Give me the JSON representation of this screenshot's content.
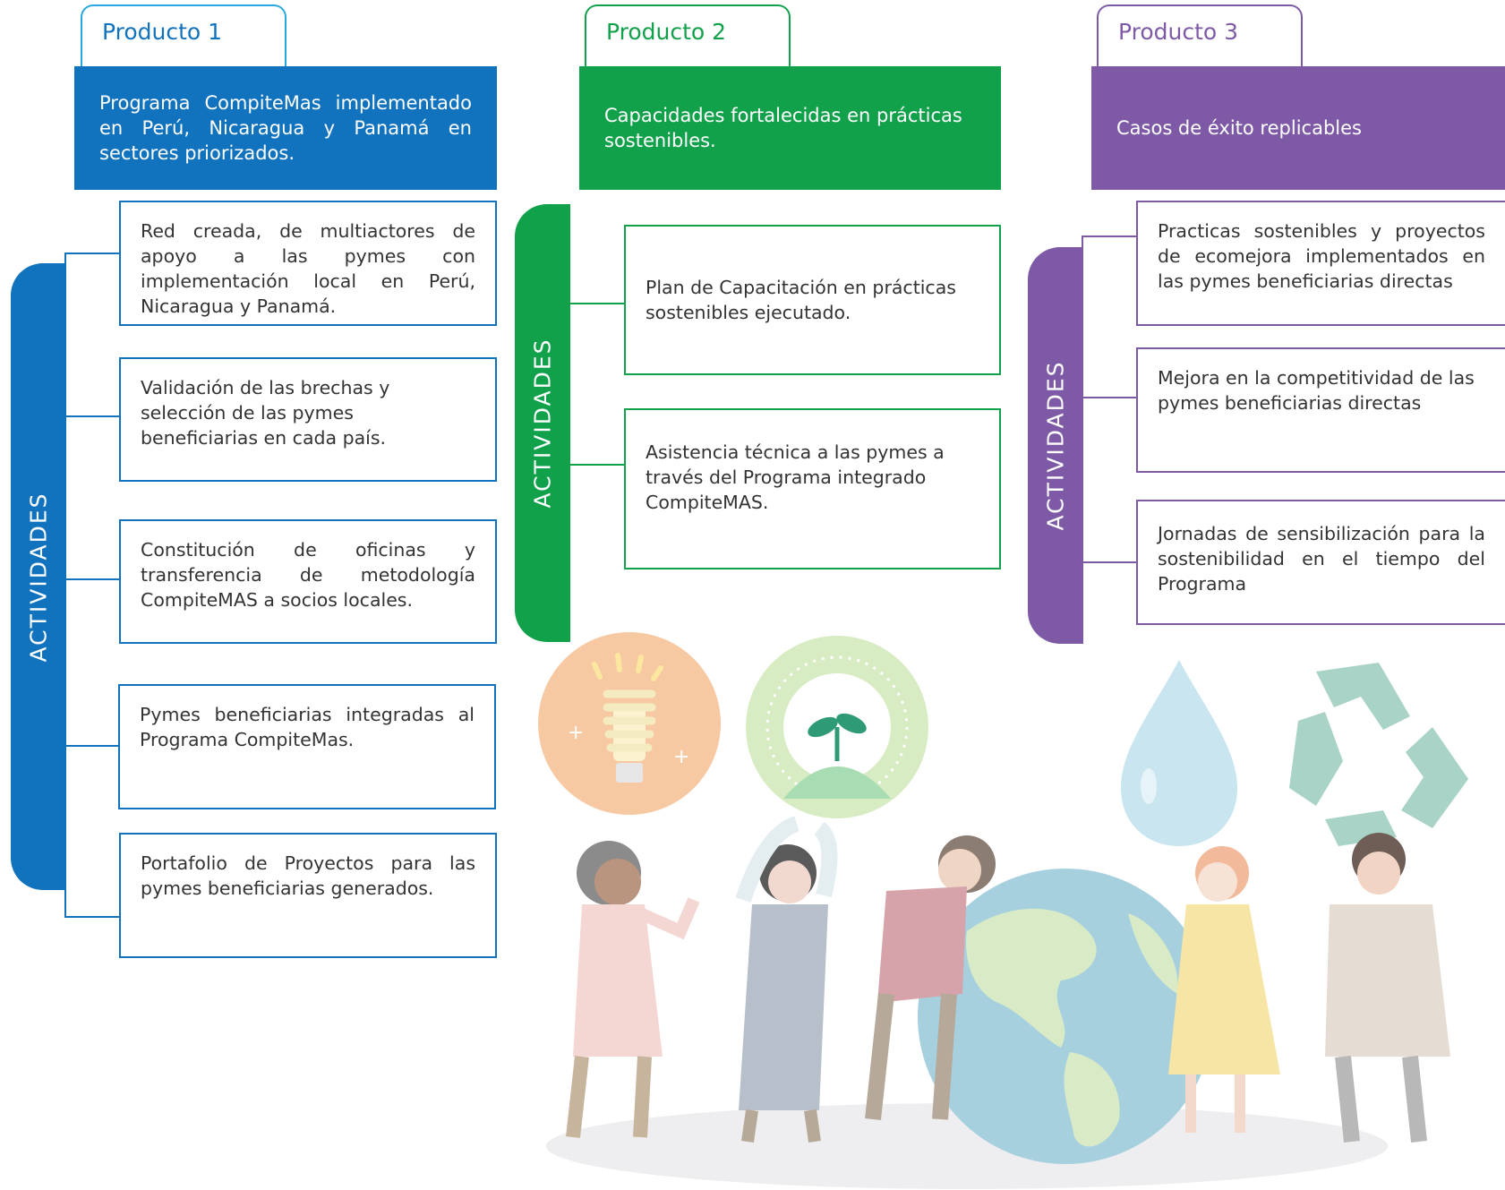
{
  "colors": {
    "p1": "#1172bd",
    "p1_tab": "#29a8e0",
    "p2": "#12a14b",
    "p3": "#7e5aa6"
  },
  "products": [
    {
      "tab": "Producto 1",
      "header": "Programa CompiteMas implementado en Perú, Nicaragua y Panamá en sectores priorizados.",
      "activities_label": "ACTIVIDADES",
      "activities": [
        "Red creada, de multiactores de apoyo a las pymes con implementación local en Perú, Nicaragua y Panamá.",
        "Validación de las brechas y selección de las pymes beneficiarias en cada país.",
        "Constitución de oficinas y transferencia de metodología CompiteMAS a socios locales.",
        "Pymes beneficiarias integradas al Programa CompiteMas.",
        "Portafolio de Proyectos para las pymes beneficiarias generados."
      ]
    },
    {
      "tab": "Producto 2",
      "header": "Capacidades fortalecidas en prácticas sostenibles.",
      "activities_label": "ACTIVIDADES",
      "activities": [
        "Plan de Capacitación  en prácticas sostenibles ejecutado.",
        "Asistencia técnica a las pymes a través del Programa  integrado CompiteMAS."
      ]
    },
    {
      "tab": "Producto 3",
      "header": "Casos de éxito replicables",
      "activities_label": "ACTIVIDADES",
      "activities": [
        "Practicas sostenibles y proyectos de ecomejora implementados   en las pymes beneficiarias directas",
        "Mejora en la competitividad de las pymes beneficiarias directas",
        "Jornadas de sensibilización para la sostenibilidad en el tiempo del Programa"
      ]
    }
  ],
  "illustration": {
    "icons": [
      "lightbulb-icon",
      "sprout-icon",
      "water-drop-icon",
      "recycle-icon"
    ],
    "scene": "people-holding-globe"
  }
}
